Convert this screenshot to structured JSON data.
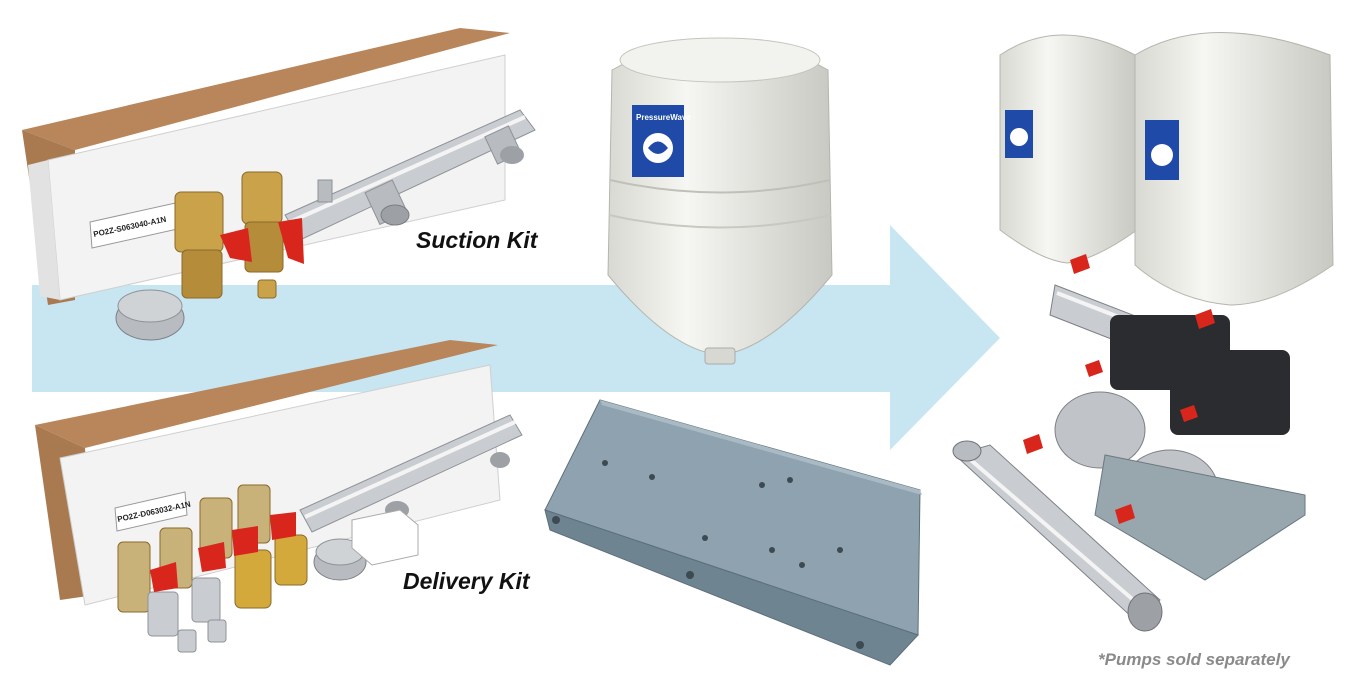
{
  "captions": {
    "suction_kit": "Suction Kit",
    "delivery_kit": "Delivery Kit"
  },
  "footnote": "*Pumps sold separately",
  "box_labels": {
    "suction_part_number": "PO2Z-S063040-A1N",
    "delivery_part_number": "PO2Z-D063032-A1N"
  },
  "tank_brand": "PressureWave",
  "colors": {
    "arrow": "#c7e6f2",
    "cardboard": "#b8865a",
    "box_white": "#f3f3f3",
    "steel": "#c9ccd0",
    "brass": "#c9a24a",
    "valve_red": "#d9261c",
    "tank_white": "#efefea",
    "tank_label_blue": "#1f4aa8",
    "base_plate": "#7f95a3",
    "footnote_gray": "#8a8a8a"
  },
  "icons": [
    "flow-arrow-icon",
    "pressure-tank-icon",
    "ball-valve-icon",
    "manifold-pipe-icon"
  ]
}
